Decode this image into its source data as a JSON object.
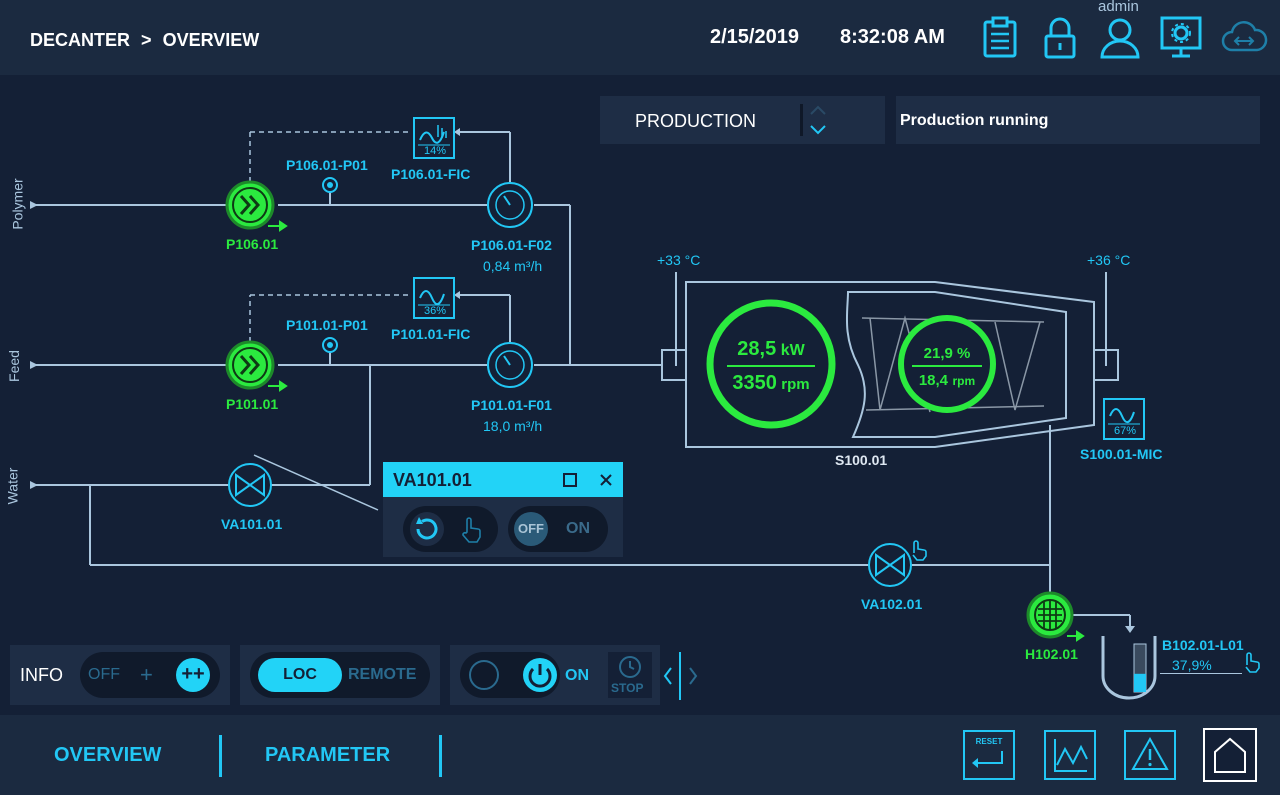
{
  "header": {
    "breadcrumb_root": "DECANTER",
    "breadcrumb_sep": ">",
    "breadcrumb_page": "OVERVIEW",
    "date": "2/15/2019",
    "time": "8:32:08 AM",
    "user": "admin",
    "icons": [
      "clipboard-icon",
      "lock-icon",
      "user-icon",
      "settings-monitor-icon",
      "cloud-sync-icon"
    ]
  },
  "mode": {
    "selected": "PRODUCTION",
    "status": "Production running"
  },
  "lines": {
    "polymer": "Polymer",
    "feed": "Feed",
    "water": "Water"
  },
  "devices": {
    "p106": {
      "tag": "P106.01",
      "sensor": "P106.01-P01",
      "fic": "P106.01-FIC",
      "fic_value": "14%",
      "flow_tag": "P106.01-F02",
      "flow_value": "0,84",
      "flow_unit": "m³/h"
    },
    "p101": {
      "tag": "P101.01",
      "sensor": "P101.01-P01",
      "fic": "P101.01-FIC",
      "fic_value": "36%",
      "flow_tag": "P101.01-F01",
      "flow_value": "18,0",
      "flow_unit": "m³/h"
    },
    "va101": {
      "tag": "VA101.01"
    },
    "va102": {
      "tag": "VA102.01"
    },
    "h102": {
      "tag": "H102.01"
    },
    "s100": {
      "tag": "S100.01",
      "temp_left": "+33 °C",
      "temp_right": "+36 °C",
      "power": "28,5",
      "power_unit": "kW",
      "speed": "3350",
      "speed_unit": "rpm",
      "diff_pct": "21,9 %",
      "diff_speed": "18,4",
      "diff_unit": "rpm",
      "mic": "S100.01-MIC",
      "mic_value": "67%"
    },
    "b102": {
      "tag": "B102.01-L01",
      "level": "37,9%",
      "level_fraction": 0.379
    }
  },
  "popup": {
    "title": "VA101.01",
    "off_label": "OFF",
    "on_label": "ON"
  },
  "controls": {
    "info_label": "INFO",
    "info_off": "OFF",
    "info_plus": "+",
    "info_plusplus": "++",
    "loc": "LOC",
    "remote": "REMOTE",
    "on_label": "ON",
    "stop_label": "STOP"
  },
  "nav": {
    "overview": "OVERVIEW",
    "parameter": "PARAMETER",
    "reset_label": "RESET"
  },
  "colors": {
    "background": "#142036",
    "bar": "#1b2a40",
    "accent": "#22c7f5",
    "running": "#2bea3f",
    "line": "#aac6de"
  }
}
